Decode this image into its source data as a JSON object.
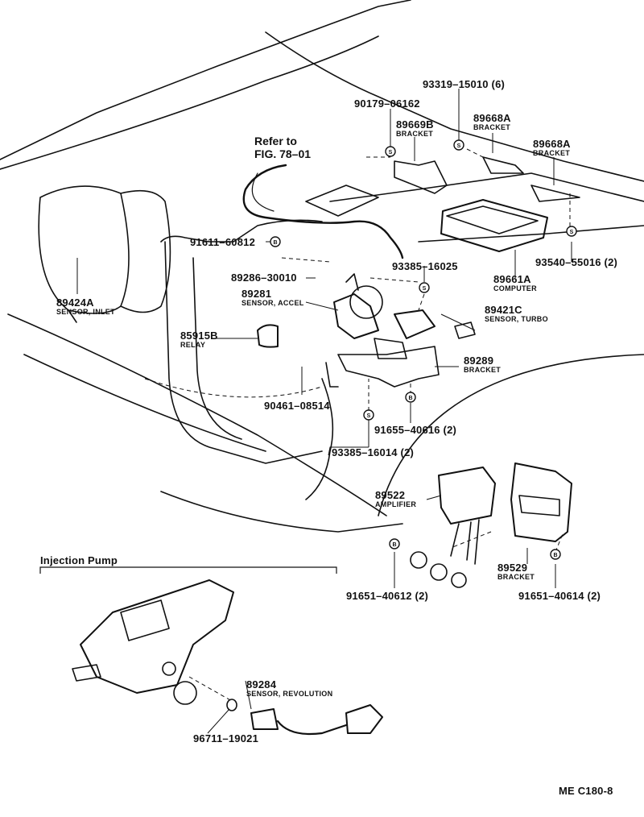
{
  "refer": {
    "line1": "Refer to",
    "line2": "FIG. 78–01"
  },
  "section_title": "Injection Pump",
  "drawing_code": "ME C180-8",
  "parts": [
    {
      "number": "93319–15010 (6)",
      "desc": ""
    },
    {
      "number": "90179–06162",
      "desc": ""
    },
    {
      "number": "89669B",
      "desc": "BRACKET"
    },
    {
      "number": "89668A",
      "desc": "BRACKET"
    },
    {
      "number": "89668A",
      "desc": "BRACKET"
    },
    {
      "number": "91611–60812",
      "desc": ""
    },
    {
      "number": "93385–16025",
      "desc": ""
    },
    {
      "number": "93540–55016 (2)",
      "desc": ""
    },
    {
      "number": "89286–30010",
      "desc": ""
    },
    {
      "number": "89661A",
      "desc": "COMPUTER"
    },
    {
      "number": "89281",
      "desc": "SENSOR, ACCEL"
    },
    {
      "number": "89424A",
      "desc": "SENSOR, INLET"
    },
    {
      "number": "89421C",
      "desc": "SENSOR, TURBO"
    },
    {
      "number": "85915B",
      "desc": "RELAY"
    },
    {
      "number": "89289",
      "desc": "BRACKET"
    },
    {
      "number": "90461–08514",
      "desc": ""
    },
    {
      "number": "91655–40616 (2)",
      "desc": ""
    },
    {
      "number": "93385–16014 (2)",
      "desc": ""
    },
    {
      "number": "89522",
      "desc": "AMPLIFIER"
    },
    {
      "number": "89529",
      "desc": "BRACKET"
    },
    {
      "number": "91651–40612 (2)",
      "desc": ""
    },
    {
      "number": "91651–40614 (2)",
      "desc": ""
    },
    {
      "number": "89284",
      "desc": "SENSOR, REVOLUTION"
    },
    {
      "number": "96711–19021",
      "desc": ""
    }
  ]
}
